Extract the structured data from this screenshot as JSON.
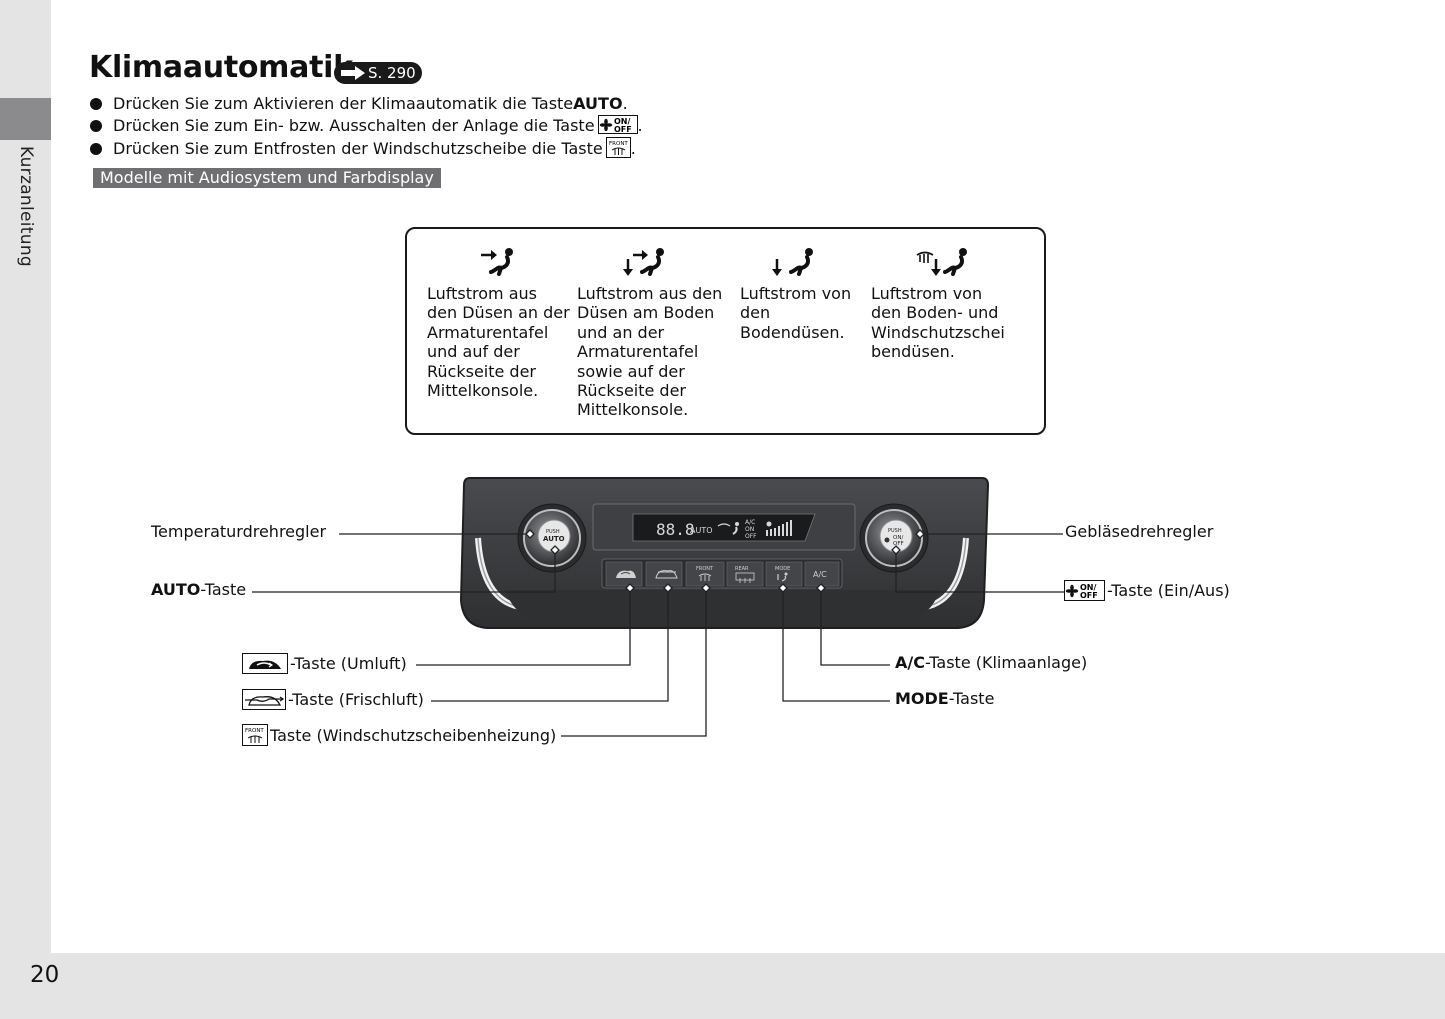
{
  "sidebar": {
    "section_label": "Kurzanleitung"
  },
  "page": {
    "number": "20"
  },
  "header": {
    "title": "Klimaautomatik",
    "ref": "S. 290"
  },
  "bullets": [
    {
      "pre": "Drücken Sie zum Aktivieren der Klimaautomatik die Taste ",
      "key": "AUTO",
      "post": "."
    },
    {
      "pre": "Drücken Sie zum Ein- bzw. Ausschalten der Anlage die Taste ",
      "key_icon": "fan-on-off-icon",
      "post": "."
    },
    {
      "pre": "Drücken Sie zum Entfrosten der Windschutzscheibe die Taste ",
      "key_icon": "front-defrost-icon",
      "post": "."
    }
  ],
  "model_label": "Modelle mit Audiosystem und Farbdisplay",
  "airflow_modes": [
    {
      "icon": "airflow-dash-icon",
      "text": "Luftstrom aus\nden Düsen an der\nArmaturentafel\nund auf der\nRückseite der\nMittelkonsole."
    },
    {
      "icon": "airflow-dash-floor-icon",
      "text": "Luftstrom aus den\nDüsen am Boden\nund an der\nArmaturentafel\nsowie auf der\nRückseite der\nMittelkonsole."
    },
    {
      "icon": "airflow-floor-icon",
      "text": "Luftstrom von\nden\nBodendüsen."
    },
    {
      "icon": "airflow-floor-defrost-icon",
      "text": "Luftstrom von\nden Boden- und\nWindschutzschei\nbendüsen."
    }
  ],
  "panel": {
    "left_knob": {
      "push": "PUSH",
      "label": "AUTO"
    },
    "right_knob": {
      "push": "PUSH",
      "on": "ON/",
      "off": "OFF"
    },
    "display": {
      "digits": "88.8",
      "auto": "AUTO",
      "ac": "A/C",
      "on": "ON",
      "off": "OFF"
    },
    "buttons": [
      {
        "label": "",
        "icon": "recirculation-icon"
      },
      {
        "label": "",
        "icon": "fresh-air-icon"
      },
      {
        "label": "FRONT",
        "icon": "front-defrost-icon"
      },
      {
        "label": "REAR",
        "icon": "rear-defrost-icon"
      },
      {
        "label": "MODE",
        "icon": "mode-icon"
      },
      {
        "label": "A/C",
        "icon": ""
      }
    ]
  },
  "callouts": {
    "temperature": "Temperaturdrehregler",
    "auto_bold": "AUTO",
    "auto_rest": "-Taste",
    "recirc": "-Taste (Umluft)",
    "fresh": "-Taste (Frischluft)",
    "front": " Taste (Windschutzscheibenheizung)",
    "fan_knob": "Gebläsedrehregler",
    "onoff": "-Taste (Ein/Aus)",
    "ac_bold": "A/C",
    "ac_rest": "-Taste (Klimaanlage)",
    "mode_bold": "MODE",
    "mode_rest": "-Taste"
  },
  "key_text": {
    "on": "ON/",
    "off": "OFF",
    "front": "FRONT"
  },
  "colors": {
    "sidebar_bg": "#e4e4e5",
    "sidebar_tab": "#8b8b8d",
    "label_bg": "#6f6f71",
    "panel_dark": "#3a3b3d"
  }
}
